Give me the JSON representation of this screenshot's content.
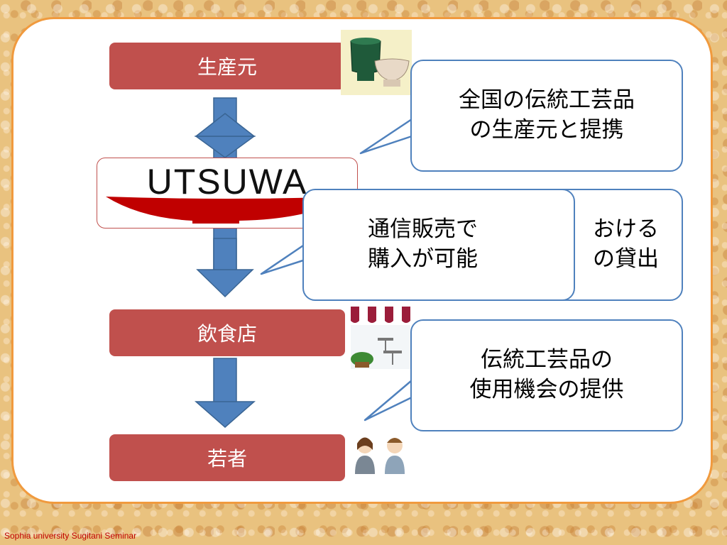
{
  "nodes": {
    "producer": "生産元",
    "restaurant": "飲食店",
    "youth": "若者"
  },
  "logo": {
    "text": "UTSUWA"
  },
  "bubbles": {
    "partnership": [
      "全国の伝統工芸品",
      "の生産元と提携"
    ],
    "lending_partial": [
      "おける",
      "の貸出"
    ],
    "mail_order": [
      "通信販売で",
      "購入が可能"
    ],
    "usage": [
      "伝統工芸品の",
      "使用機会の提供"
    ]
  },
  "footer": "Sophia university Sugitani Seminar",
  "colors": {
    "node_fill": "#c0504d",
    "arrow_fill": "#4f81bd",
    "bubble_border": "#4f81bd",
    "panel_border": "#f09a3e",
    "logo_bowl": "#c00000"
  },
  "icons": [
    "tea-cups-icon",
    "restaurant-cafe-icon",
    "young-people-icon"
  ]
}
